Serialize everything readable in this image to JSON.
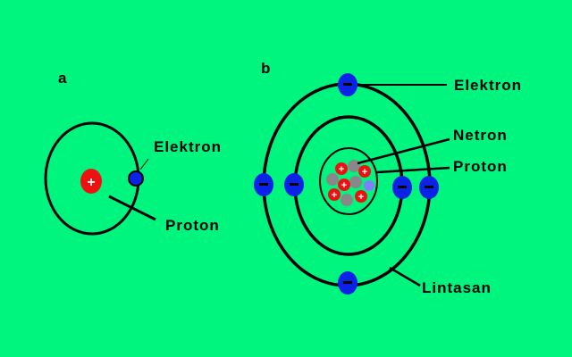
{
  "background": "#00f57f",
  "colors": {
    "electron": "#0a23e6",
    "proton": "#ee1111",
    "neutron": "#888888",
    "orbit": "#000000",
    "special": "#8080ff"
  },
  "diagram_a": {
    "title": "a",
    "labels": {
      "electron": "Elektron",
      "proton": "Proton"
    },
    "proton_symbol": "+"
  },
  "diagram_b": {
    "title": "b",
    "labels": {
      "electron": "Elektron",
      "neutron": "Netron",
      "proton": "Proton",
      "orbit": "Lintasan"
    },
    "electron_symbol": "−"
  }
}
